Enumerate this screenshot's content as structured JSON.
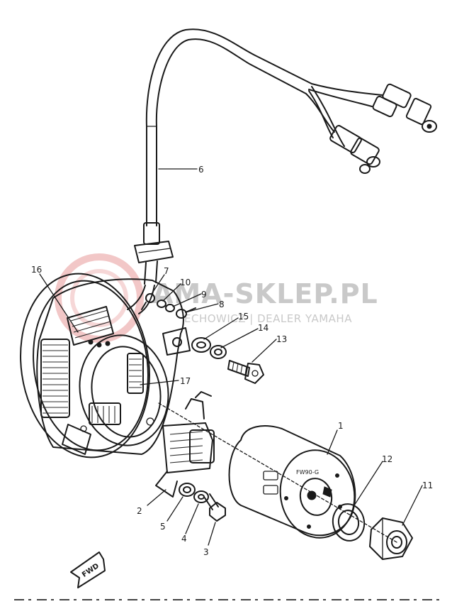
{
  "watermark": {
    "brand_text": "AMA-SKLEP.PL",
    "sub_text": "ECHOWICZ | DEALER YAMAHA",
    "logo_color": "#e89a9a",
    "text_color": "#c9c9c9"
  },
  "callouts": {
    "c1": "1",
    "c2": "2",
    "c3": "3",
    "c4": "4",
    "c5": "5",
    "c6": "6",
    "c7": "7",
    "c8": "8",
    "c9": "9",
    "c10": "10",
    "c11": "11",
    "c12": "12",
    "c13": "13",
    "c14": "14",
    "c15": "15",
    "c16": "16",
    "c17": "17"
  },
  "rotor_marking": "FW90-G",
  "direction_marker": "FWD"
}
